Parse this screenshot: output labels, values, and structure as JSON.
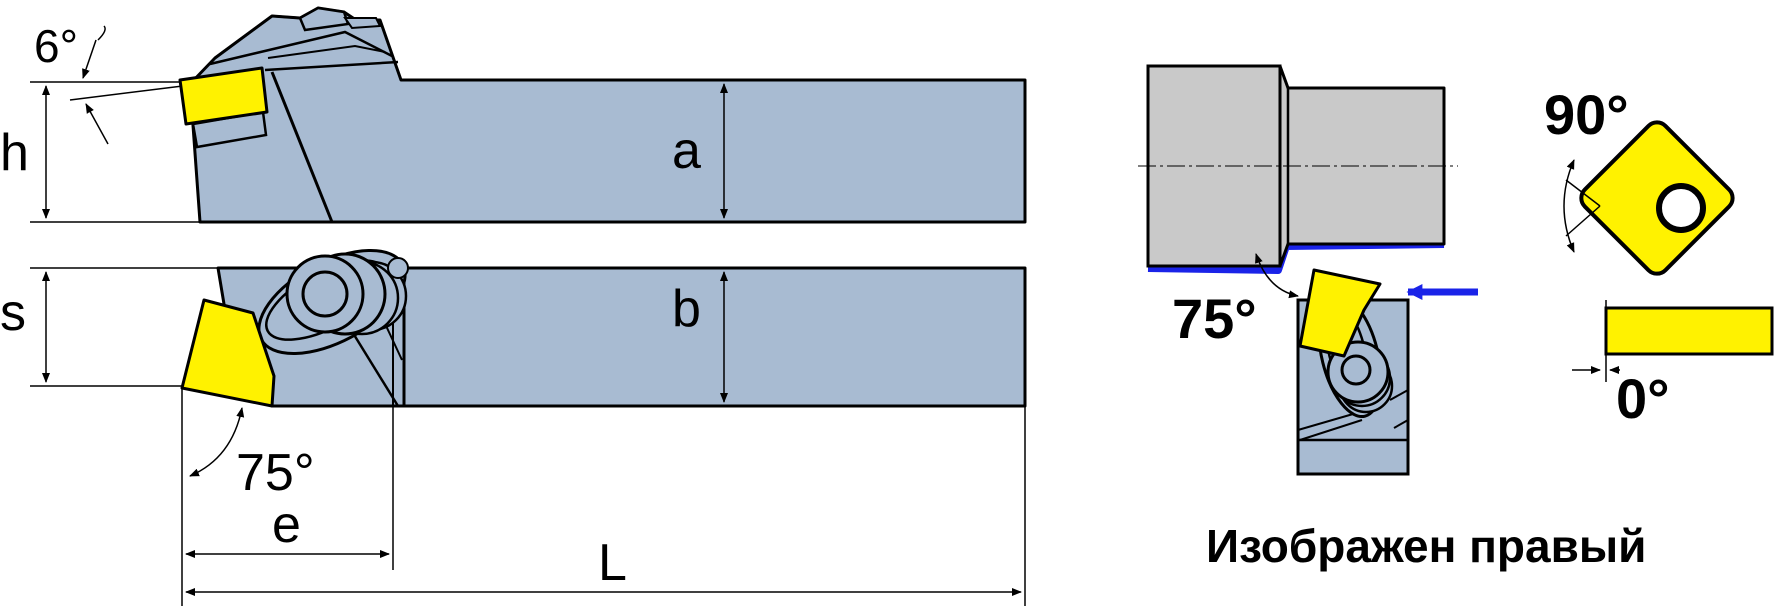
{
  "labels": {
    "angle_top": "6°",
    "dim_h": "h",
    "dim_a": "a",
    "dim_s": "s",
    "dim_b": "b",
    "angle_side": "75°",
    "dim_e": "e",
    "dim_L": "L",
    "angle_right": "75°",
    "insert_angle": "90°",
    "clearance_angle": "0°",
    "caption": "Изображен правый"
  },
  "colors": {
    "holder_fill": "#a8bbd2",
    "holder_dark": "#8fa2ba",
    "insert_fill": "#fff200",
    "shank_grey": "#c9c9c9",
    "blue_accent": "#1a23e8",
    "outline": "#000000"
  }
}
